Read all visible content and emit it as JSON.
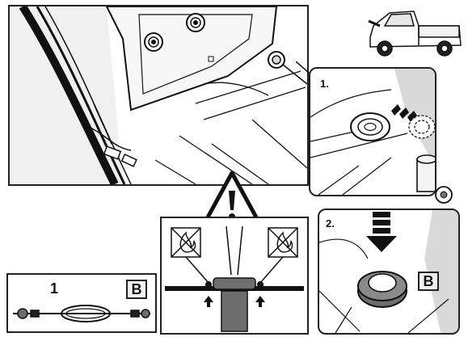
{
  "step_labels": {
    "step_1": "1.",
    "step_2": "2."
  },
  "kit": {
    "item_number": "1",
    "item_code": "B"
  },
  "step2_badge": "B",
  "icons": {
    "warning": "warning-triangle-icon",
    "forbidden": "no-fire-icon",
    "vehicle": "pickup-truck-icon"
  },
  "colors": {
    "line": "#111111",
    "fill_light": "#f4f4f4",
    "fill_shade": "#d9d9d9",
    "fill_dark": "#6e6e6e"
  }
}
